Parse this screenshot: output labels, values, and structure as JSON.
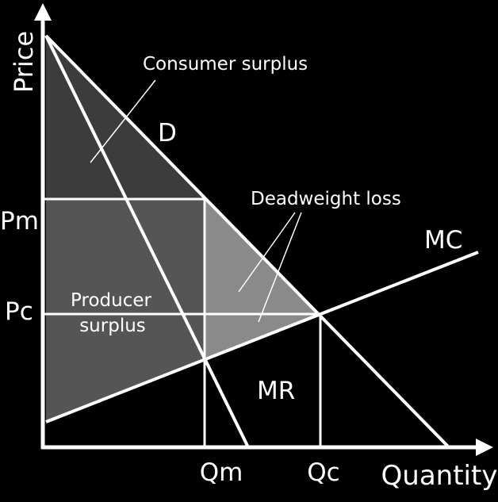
{
  "colors": {
    "background": "#000000",
    "line": "#ffffff",
    "consumer_surplus_fill": "#3c3c3c",
    "producer_surplus_fill": "#555555",
    "deadweight_loss_fill": "#8a8a8a"
  },
  "axes": {
    "y_label": "Price",
    "x_label": "Quantity",
    "y_ticks": [
      "Pm",
      "Pc"
    ],
    "x_ticks": [
      "Qm",
      "Qc"
    ]
  },
  "curves": {
    "demand": "D",
    "marginal_cost": "MC",
    "marginal_revenue": "MR"
  },
  "regions": {
    "consumer_surplus": "Consumer surplus",
    "producer_surplus_line1": "Producer",
    "producer_surplus_line2": "surplus",
    "deadweight_loss": "Deadweight loss"
  }
}
